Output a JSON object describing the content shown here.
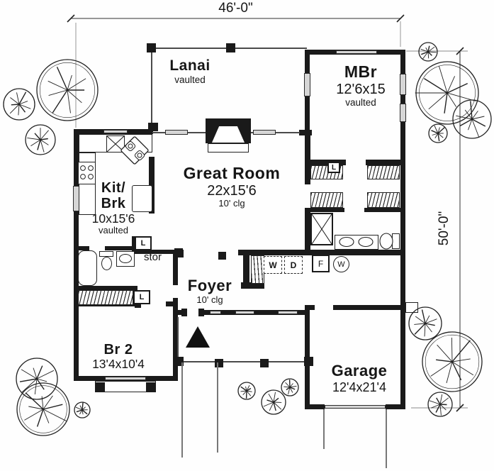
{
  "dimensions": {
    "width_label": "46'-0\"",
    "height_label": "50'-0\""
  },
  "rooms": {
    "lanai": {
      "name": "Lanai",
      "note": "vaulted"
    },
    "mbr": {
      "name": "MBr",
      "size": "12'6x15",
      "note": "vaulted"
    },
    "great_room": {
      "name": "Great Room",
      "size": "22x15'6",
      "note": "10' clg"
    },
    "kit_brk": {
      "name_line1": "Kit/",
      "name_line2": "Brk",
      "size": "10x15'6",
      "note": "vaulted"
    },
    "foyer": {
      "name": "Foyer",
      "note": "10' clg"
    },
    "br2": {
      "name": "Br 2",
      "size": "13'4x10'4"
    },
    "garage": {
      "name": "Garage",
      "size": "12'4x21'4"
    },
    "stor": {
      "name": "stor"
    }
  },
  "fixtures": {
    "linen": "L",
    "washer": "W",
    "dryer": "D",
    "furnace": "F",
    "water_heater": "W"
  }
}
